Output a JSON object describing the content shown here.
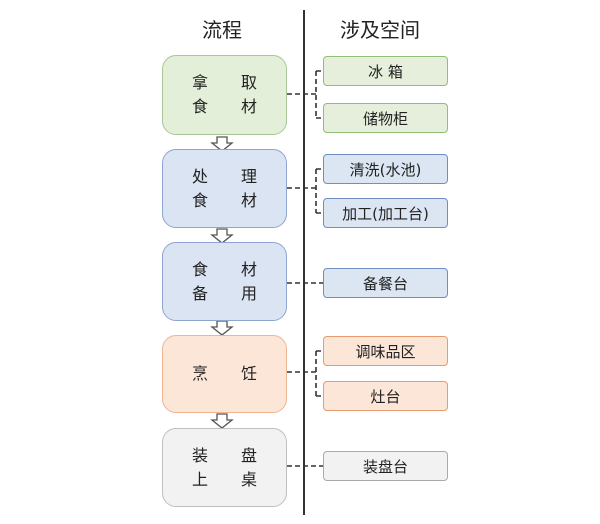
{
  "headings": {
    "process": "流程",
    "spaces": "涉及空间"
  },
  "steps": [
    {
      "line1": "拿 取",
      "line2": "食 材",
      "color": "#e4efd9",
      "spaces": [
        "冰 箱",
        "储物柜"
      ]
    },
    {
      "line1": "处 理",
      "line2": "食 材",
      "color": "#dbe4f2",
      "spaces": [
        "清洗(水池)",
        "加工(加工台)"
      ]
    },
    {
      "line1": "食 材",
      "line2": "备 用",
      "color": "#dbe4f2",
      "spaces": [
        "备餐台"
      ]
    },
    {
      "line1": "烹 饪",
      "line2": "",
      "color": "#fbe6d8",
      "spaces": [
        "调味品区",
        "灶台"
      ]
    },
    {
      "line1": "装 盘",
      "line2": "上 桌",
      "color": "#f2f2f2",
      "spaces": [
        "装盘台"
      ]
    }
  ]
}
